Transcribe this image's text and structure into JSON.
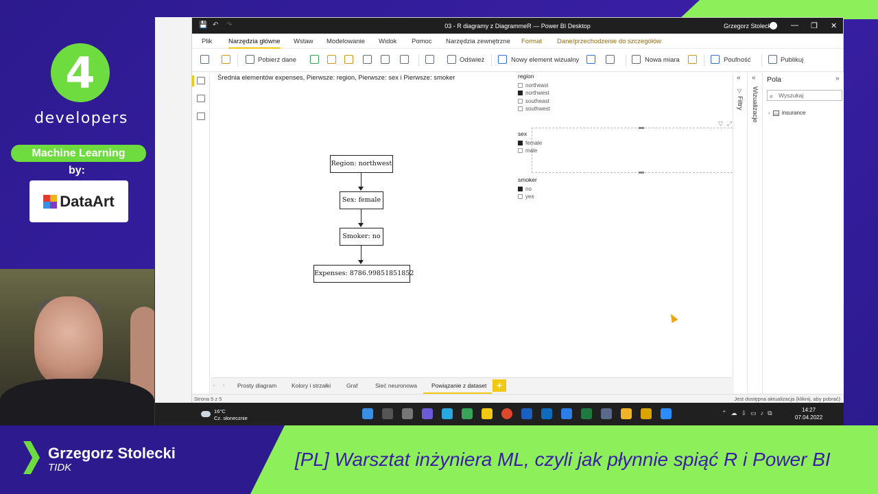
{
  "stream": {
    "brand_logo_char": "4",
    "brand_name": "developers",
    "track": "Machine Learning",
    "by_label": "by:",
    "sponsor": "DataArt",
    "speaker_name": "Grzegorz Stolecki",
    "speaker_org": "TIDK",
    "talk_title": "[PL] Warsztat inżyniera ML, czyli jak płynnie spiąć R i Power BI",
    "colors": {
      "purple": "#2c1a8e",
      "green": "#8df05a",
      "accent_green": "#6edb3e"
    }
  },
  "window": {
    "title": "03 - R diagramy z DiagrammeR — Power BI Desktop",
    "user": "Grzegorz Stolecki",
    "controls": [
      "—",
      "❐",
      "✕"
    ]
  },
  "menu": {
    "items": [
      "Plik",
      "Narzędzia główne",
      "Wstaw",
      "Modelowanie",
      "Widok",
      "Pomoc",
      "Narzędzia zewnętrzne",
      "Format",
      "Dane/przechodzenie do szczegółów"
    ]
  },
  "ribbon": {
    "get_data": "Pobierz dane",
    "refresh": "Odśwież",
    "new_visual": "Nowy element wizualny",
    "new_measure": "Nowa miara",
    "sensitivity": "Poufność",
    "publish": "Publikuj"
  },
  "visual": {
    "title": "Średnia elementów expenses, Pierwsze: region, Pierwsze: sex i Pierwsze: smoker",
    "nodes": [
      "Region: northwest",
      "Sex: female",
      "Smoker: no",
      "Expenses: 8786.99851851852"
    ]
  },
  "slicers": {
    "region": {
      "title": "region",
      "options": [
        "northeast",
        "northwest",
        "southeast",
        "southwest"
      ],
      "selected": "northwest"
    },
    "sex": {
      "title": "sex",
      "options": [
        "female",
        "male"
      ],
      "selected": "female"
    },
    "smoker": {
      "title": "smoker",
      "options": [
        "no",
        "yes"
      ],
      "selected": "no"
    }
  },
  "panes": {
    "filters": "Filtry",
    "visualizations": "Wizualizacje",
    "fields": "Pola",
    "search_placeholder": "Wyszukaj",
    "table": "insurance"
  },
  "tabs": {
    "items": [
      "Prosty diagram",
      "Kolory i strzałki",
      "Graf",
      "Sieć neuronowa",
      "Powiązanie z dataset"
    ],
    "active": "Powiązanie z dataset",
    "add": "+"
  },
  "status": {
    "page": "Strona 5 z 5",
    "update": "Jest dostępna aktualizacja (kliknij, aby pobrać)"
  },
  "taskbar": {
    "temperature": "16°C",
    "weather": "Cz. słonecznie",
    "time": "14:27",
    "date": "07.04.2022"
  }
}
